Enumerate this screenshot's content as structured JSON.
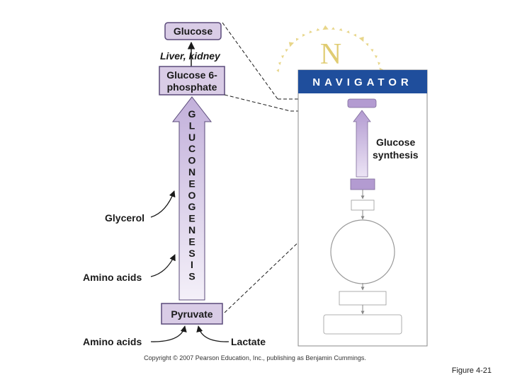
{
  "diagram": {
    "boxes": {
      "glucose": "Glucose",
      "g6p_line1": "Glucose 6-",
      "g6p_line2": "phosphate",
      "pyruvate": "Pyruvate"
    },
    "liver_kidney_label": "Liver, kidney",
    "arrow_word_letters": [
      "G",
      "L",
      "U",
      "C",
      "O",
      "N",
      "E",
      "O",
      "G",
      "E",
      "N",
      "E",
      "S",
      "I",
      "S"
    ],
    "inputs": {
      "glycerol": "Glycerol",
      "amino_acids_mid": "Amino acids",
      "amino_acids_bottom": "Amino acids",
      "lactate": "Lactate"
    },
    "navigator": {
      "compass_letter": "N",
      "title": "NAVIGATOR",
      "synthesis_line1": "Glucose",
      "synthesis_line2": "synthesis"
    },
    "copyright": "Copyright © 2007 Pearson Education, Inc., publishing as Benjamin Cummings.",
    "figure_label": "Figure 4-21"
  },
  "colors": {
    "box_fill": "#d9cce6",
    "box_border": "#5a4a7a",
    "arrow_top": "#c8b8dc",
    "arrow_bottom": "#ffffff",
    "nav_blue": "#1f4e9c",
    "nav_sun": "#e8d68a",
    "nav_purple": "#b39bd1"
  }
}
